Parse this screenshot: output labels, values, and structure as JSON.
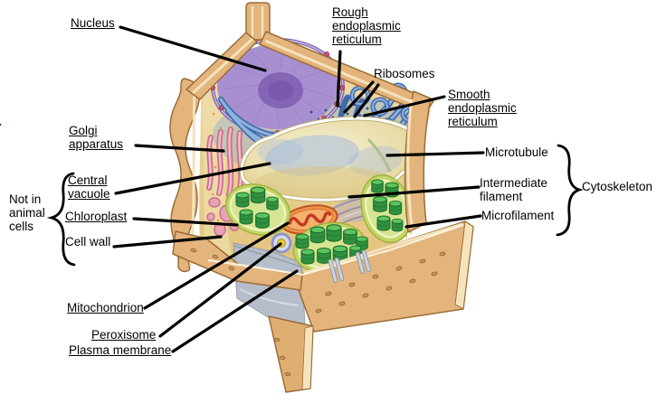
{
  "labels": {
    "nucleus": {
      "lines": [
        "Nucleus"
      ],
      "underline": true
    },
    "rough_er": {
      "lines": [
        "Rough",
        "endoplasmic",
        "reticulum"
      ],
      "underline": true
    },
    "ribosomes": {
      "lines": [
        "Ribosomes"
      ],
      "underline": false
    },
    "smooth_er": {
      "lines": [
        "Smooth",
        "endoplasmic",
        "reticulum"
      ],
      "underline": true
    },
    "golgi": {
      "lines": [
        "Golgi",
        "apparatus"
      ],
      "underline": true
    },
    "not_in_animal_cells": {
      "lines": [
        "Not in",
        "animal",
        "cells"
      ],
      "underline": false
    },
    "central_vacuole": {
      "lines": [
        "Central",
        "vacuole"
      ],
      "underline": true
    },
    "chloroplast": {
      "lines": [
        "Chloroplast"
      ],
      "underline": true
    },
    "cell_wall": {
      "lines": [
        "Cell wall"
      ],
      "underline": false
    },
    "microtubule": {
      "lines": [
        "Microtubule"
      ],
      "underline": false
    },
    "intermediate_filament": {
      "lines": [
        "Intermediate",
        "filament"
      ],
      "underline": false
    },
    "microfilament": {
      "lines": [
        "Microfilament"
      ],
      "underline": false
    },
    "cytoskeleton": {
      "lines": [
        "Cytoskeleton"
      ],
      "underline": false
    },
    "mitochondrion": {
      "lines": [
        "Mitochondrion"
      ],
      "underline": true
    },
    "peroxisome": {
      "lines": [
        "Peroxisome"
      ],
      "underline": true
    },
    "plasma_membrane": {
      "lines": [
        "Plasma membrane"
      ],
      "underline": true
    }
  },
  "colors": {
    "background": "#FFFFFF",
    "label_text": "#000000",
    "leader_line": "#000000",
    "cell_wall_tan": "#E3B47C",
    "cell_wall_edge": "#F5E3BC",
    "cytoplasm": "#E8CE8E",
    "vacuole": "#EDE5BD",
    "nucleus": "#A78FD0",
    "nucleolus": "#8465B5",
    "er_blue": "#6F94C8",
    "golgi_pink": "#E9A3B4",
    "chloroplast_green": "#2F9040",
    "mitochondrion_orange": "#EE9448",
    "peroxisome_yellow": "#E5C93F"
  }
}
